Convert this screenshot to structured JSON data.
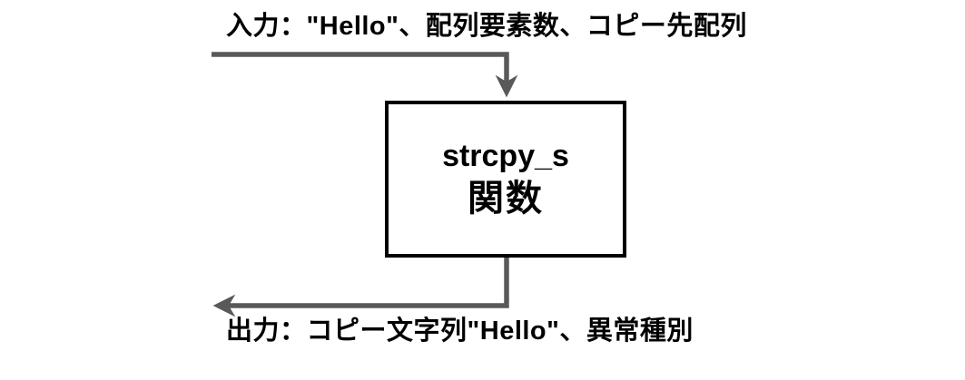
{
  "diagram": {
    "input_label": "入力：\"Hello\"、配列要素数、コピー先配列",
    "box": {
      "line1": "strcpy_s",
      "line2": "関数"
    },
    "output_label": "出力：コピー文字列\"Hello\"、異常種別"
  },
  "colors": {
    "arrow": "#595959",
    "box_border": "#000000",
    "box_fill": "#ffffff",
    "text": "#000000",
    "background": "#ffffff"
  }
}
